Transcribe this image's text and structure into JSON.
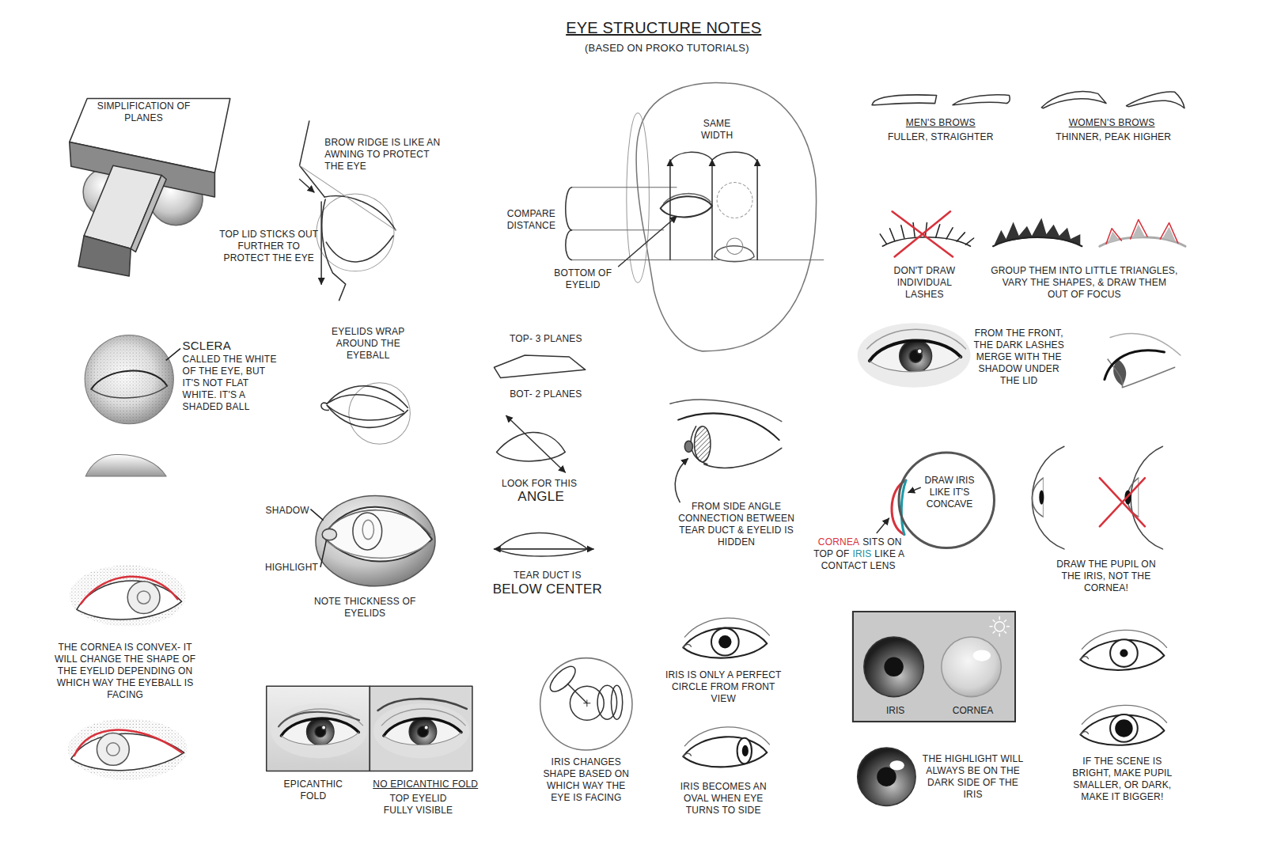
{
  "diagram": {
    "title": "EYE STRUCTURE NOTES",
    "nodes": [
      {
        "text": [
          "DRAW IRIS LIKE IT'S CONCAVE"
        ]
      },
      {
        "text": [
          "IRIS",
          "CORNEA"
        ]
      }
    ],
    "labels": [
      "(BASED ON PROKO TUTORIALS)",
      "SIMPLIFICATION OF PLANES",
      "BROW RIDGE IS LIKE AN AWNING TO PROTECT THE EYE",
      "TOP LID STICKS OUT FURTHER TO PROTECT THE EYE",
      "SAME WIDTH",
      "COMPARE DISTANCE",
      "BOTTOM OF EYELID",
      "MEN'S BROWS",
      "FULLER, STRAIGHTER",
      "WOMEN'S BROWS",
      "THINNER, PEAK HIGHER",
      "DON'T DRAW INDIVIDUAL LASHES",
      "GROUP THEM INTO LITTLE TRIANGLES, VARY THE SHAPES, & DRAW THEM OUT OF FOCUS",
      "FROM THE FRONT, THE DARK LASHES MERGE WITH THE SHADOW UNDER THE LID",
      "SCLERA",
      "CALLED THE WHITE OF THE EYE, BUT IT'S NOT FLAT WHITE. IT'S A SHADED BALL",
      "EYELIDS WRAP AROUND THE EYEBALL",
      "TOP- 3 PLANES",
      "BOT- 2 PLANES",
      "LOOK FOR THIS",
      "ANGLE",
      "SHADOW",
      "HIGHLIGHT",
      "NOTE THICKNESS OF EYELIDS",
      "TEAR DUCT IS",
      "BELOW CENTER",
      "FROM SIDE ANGLE CONNECTION BETWEEN TEAR DUCT & EYELID IS HIDDEN",
      "CORNEA",
      "SITS ON TOP OF",
      "IRIS",
      "LIKE A CONTACT LENS",
      "DRAW THE PUPIL ON THE IRIS, NOT THE CORNEA!",
      "THE CORNEA IS CONVEX- IT WILL CHANGE THE SHAPE OF THE EYELID DEPENDING ON WHICH WAY THE EYEBALL IS FACING",
      "EPICANTHIC FOLD",
      "NO EPICANTHIC FOLD",
      "TOP EYELID FULLY VISIBLE",
      "IRIS CHANGES SHAPE BASED ON WHICH WAY THE EYE IS FACING",
      "IRIS IS ONLY A PERFECT CIRCLE FROM FRONT VIEW",
      "IRIS BECOMES AN OVAL WHEN EYE TURNS TO SIDE",
      "THE HIGHLIGHT WILL ALWAYS BE ON THE DARK SIDE OF THE IRIS",
      "IF THE SCENE IS BRIGHT, MAKE PUPIL SMALLER, OR DARK, MAKE IT BIGGER!"
    ]
  }
}
